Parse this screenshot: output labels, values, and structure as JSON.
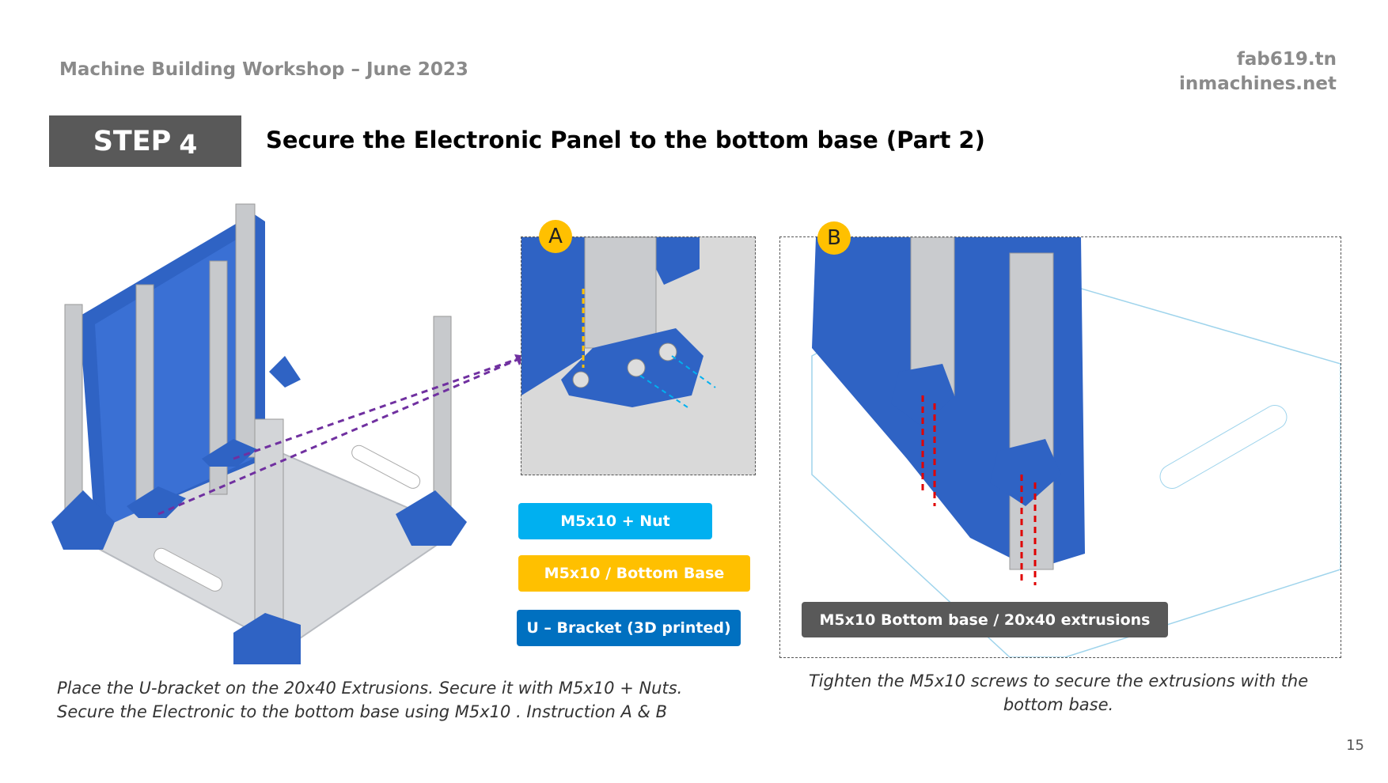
{
  "header": {
    "workshop": "Machine Building Workshop – June 2023",
    "site1": "fab619.tn",
    "site2": "inmachines.net"
  },
  "step": {
    "label": "STEP",
    "number": "4"
  },
  "title": "Secure the Electronic Panel to the bottom base (Part 2)",
  "badges": {
    "a": "A",
    "b": "B"
  },
  "legend": {
    "nut": "M5x10 + Nut",
    "base": "M5x10 / Bottom Base",
    "bracket": "U – Bracket (3D printed)",
    "extrusions": "M5x10 Bottom base / 20x40 extrusions"
  },
  "captions": {
    "left_line1": "Place the U-bracket on the 20x40 Extrusions. Secure it with M5x10 + Nuts.",
    "left_line2": "Secure the Electronic to the bottom base using M5x10 . Instruction A & B",
    "right_line1": "Tighten the M5x10 screws to secure the extrusions with the",
    "right_line2": "bottom base."
  },
  "page_number": "15",
  "colors": {
    "step_bg": "#595959",
    "badge": "#ffc000",
    "pill_nut": "#00b0f0",
    "pill_base": "#ffc000",
    "pill_bracket": "#0070c0",
    "pill_extrusions": "#595959",
    "part_blue": "#2f63c4",
    "arrow_purple": "#7030a0",
    "arrow_red": "#e00000"
  }
}
